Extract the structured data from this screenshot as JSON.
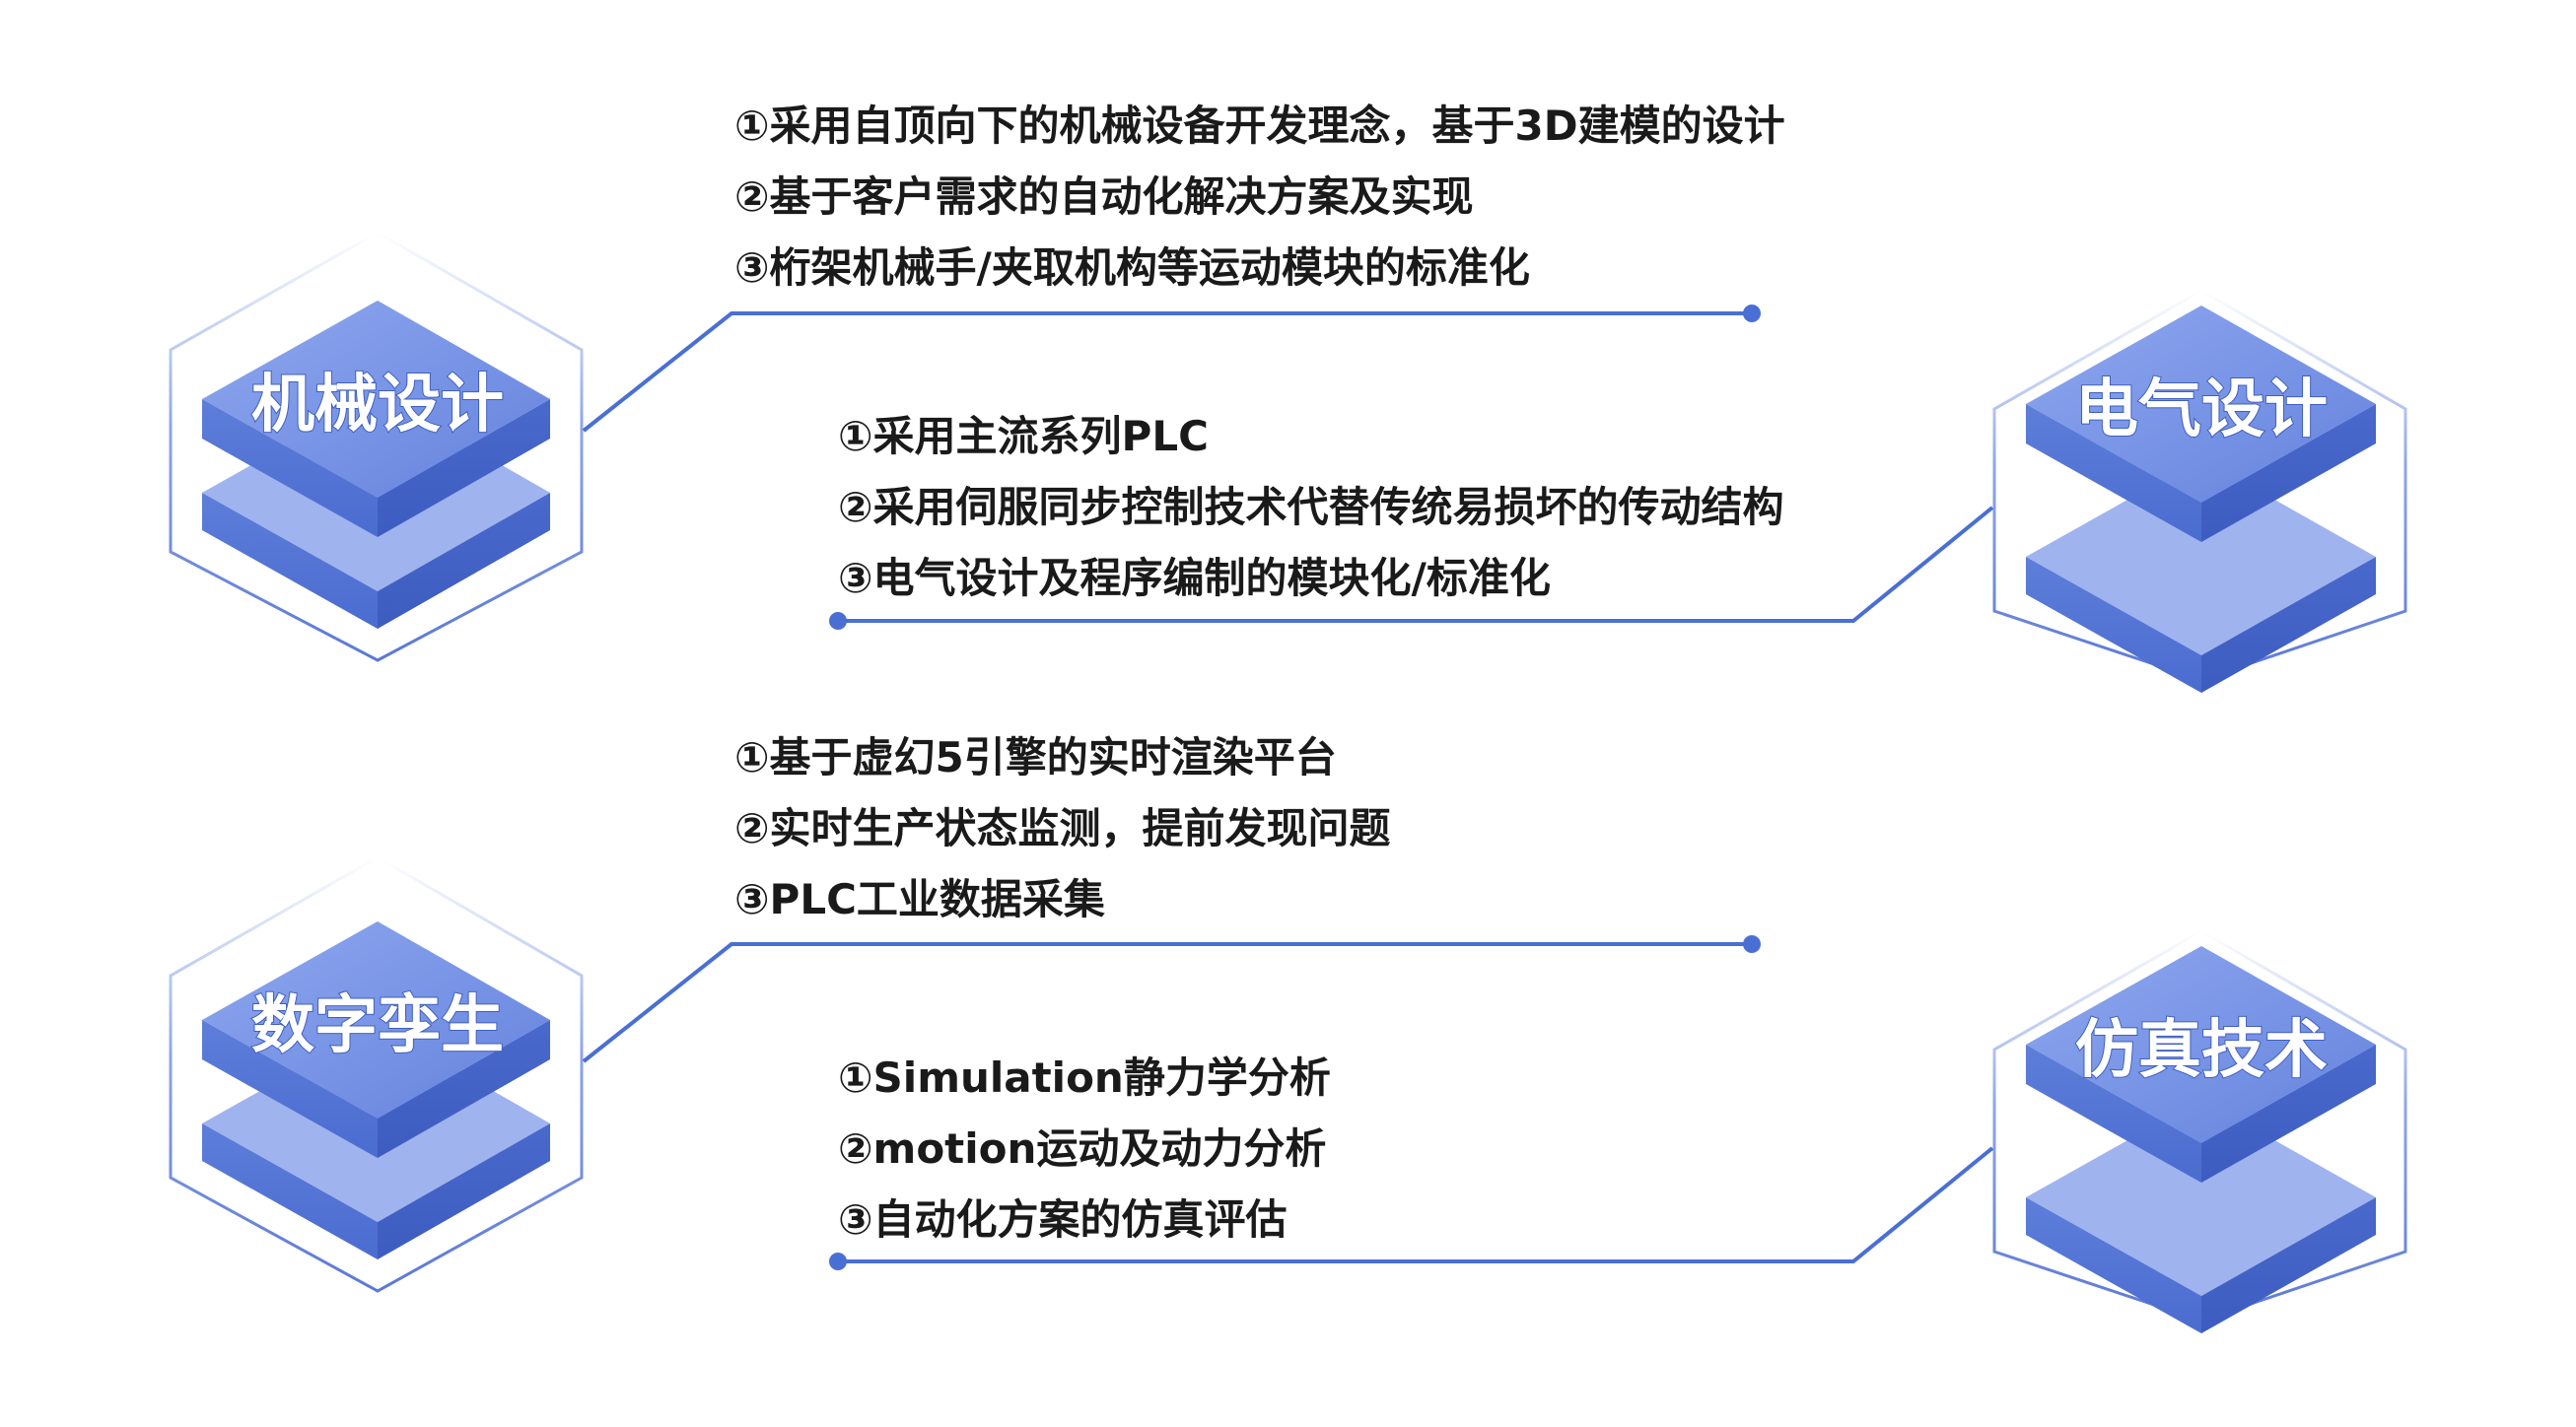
{
  "colors": {
    "accent": "#4a6fd4",
    "text": "#1a1a1a"
  },
  "modules": [
    {
      "key": "mechanical",
      "title": "机械设计",
      "items": [
        "①采用自顶向下的机械设备开发理念，基于3D建模的设计",
        "②基于客户需求的自动化解决方案及实现",
        "③桁架机械手/夹取机构等运动模块的标准化"
      ]
    },
    {
      "key": "electrical",
      "title": "电气设计",
      "items": [
        "①采用主流系列PLC",
        "②采用伺服同步控制技术代替传统易损坏的传动结构",
        "③电气设计及程序编制的模块化/标准化"
      ]
    },
    {
      "key": "digital-twin",
      "title": "数字孪生",
      "items": [
        "①基于虚幻5引擎的实时渲染平台",
        "②实时生产状态监测，提前发现问题",
        "③PLC工业数据采集"
      ]
    },
    {
      "key": "simulation",
      "title": "仿真技术",
      "items": [
        "①Simulation静力学分析",
        "②motion运动及动力分析",
        "③自动化方案的仿真评估"
      ]
    }
  ]
}
